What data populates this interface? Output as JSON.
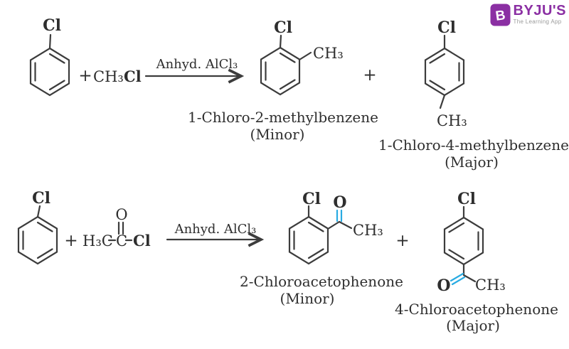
{
  "colors": {
    "chlorine": "#A224A8",
    "oxygen": "#29ABE2",
    "bond": "#3C3C3C",
    "text": "#2E2E2E",
    "brand": "#8B2FA3",
    "tagline": "#9B9B9B"
  },
  "logo": {
    "brand": "BYJU'S",
    "tagline": "The Learning App",
    "icon_letter": "B"
  },
  "reaction1": {
    "reactant": {
      "cl": "Cl"
    },
    "plus_reagent": "+",
    "reagent": {
      "ch3": "CH₃",
      "cl": "Cl"
    },
    "arrow_label": "Anhyd. AlCl₃",
    "ortho_product": {
      "cl": "Cl",
      "ch3": "CH₃",
      "name": "1-Chloro-2-methylbenzene",
      "abundance": "(Minor)"
    },
    "plus_products": "+",
    "para_product": {
      "cl": "Cl",
      "ch3": "CH₃",
      "name": "1-Chloro-4-methylbenzene",
      "abundance": "(Major)"
    }
  },
  "reaction2": {
    "reactant": {
      "cl": "Cl"
    },
    "plus_reagent": "+",
    "reagent": {
      "h3c": "H₃C",
      "c": "C",
      "o": "O",
      "cl": "Cl"
    },
    "arrow_label": "Anhyd. AlCl₃",
    "ortho_product": {
      "cl": "Cl",
      "o": "O",
      "ch3": "CH₃",
      "name": "2-Chloroacetophenone",
      "abundance": "(Minor)"
    },
    "plus_products": "+",
    "para_product": {
      "cl": "Cl",
      "o": "O",
      "ch3": "CH₃",
      "name": "4-Chloroacetophenone",
      "abundance": "(Major)"
    }
  }
}
